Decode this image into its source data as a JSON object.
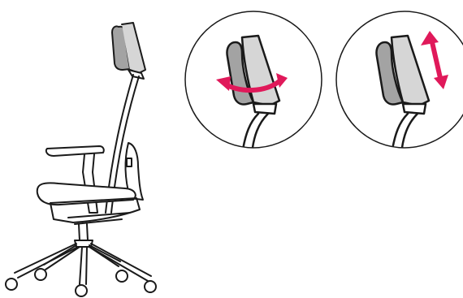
{
  "diagram": {
    "title": "",
    "figures": [
      {
        "name": "chair-side-view"
      },
      {
        "name": "headrest-tilt-detail"
      },
      {
        "name": "headrest-height-detail"
      }
    ]
  },
  "colors": {
    "outline": "#1a1a1a",
    "headrest_fill": "#a3a3a3",
    "headrest_back": "#d6d6d6",
    "arrow": "#e0195a",
    "caster_fill": "#ffffff"
  },
  "icons": [
    "chair-icon",
    "curved-double-arrow-icon",
    "vertical-double-arrow-icon"
  ]
}
